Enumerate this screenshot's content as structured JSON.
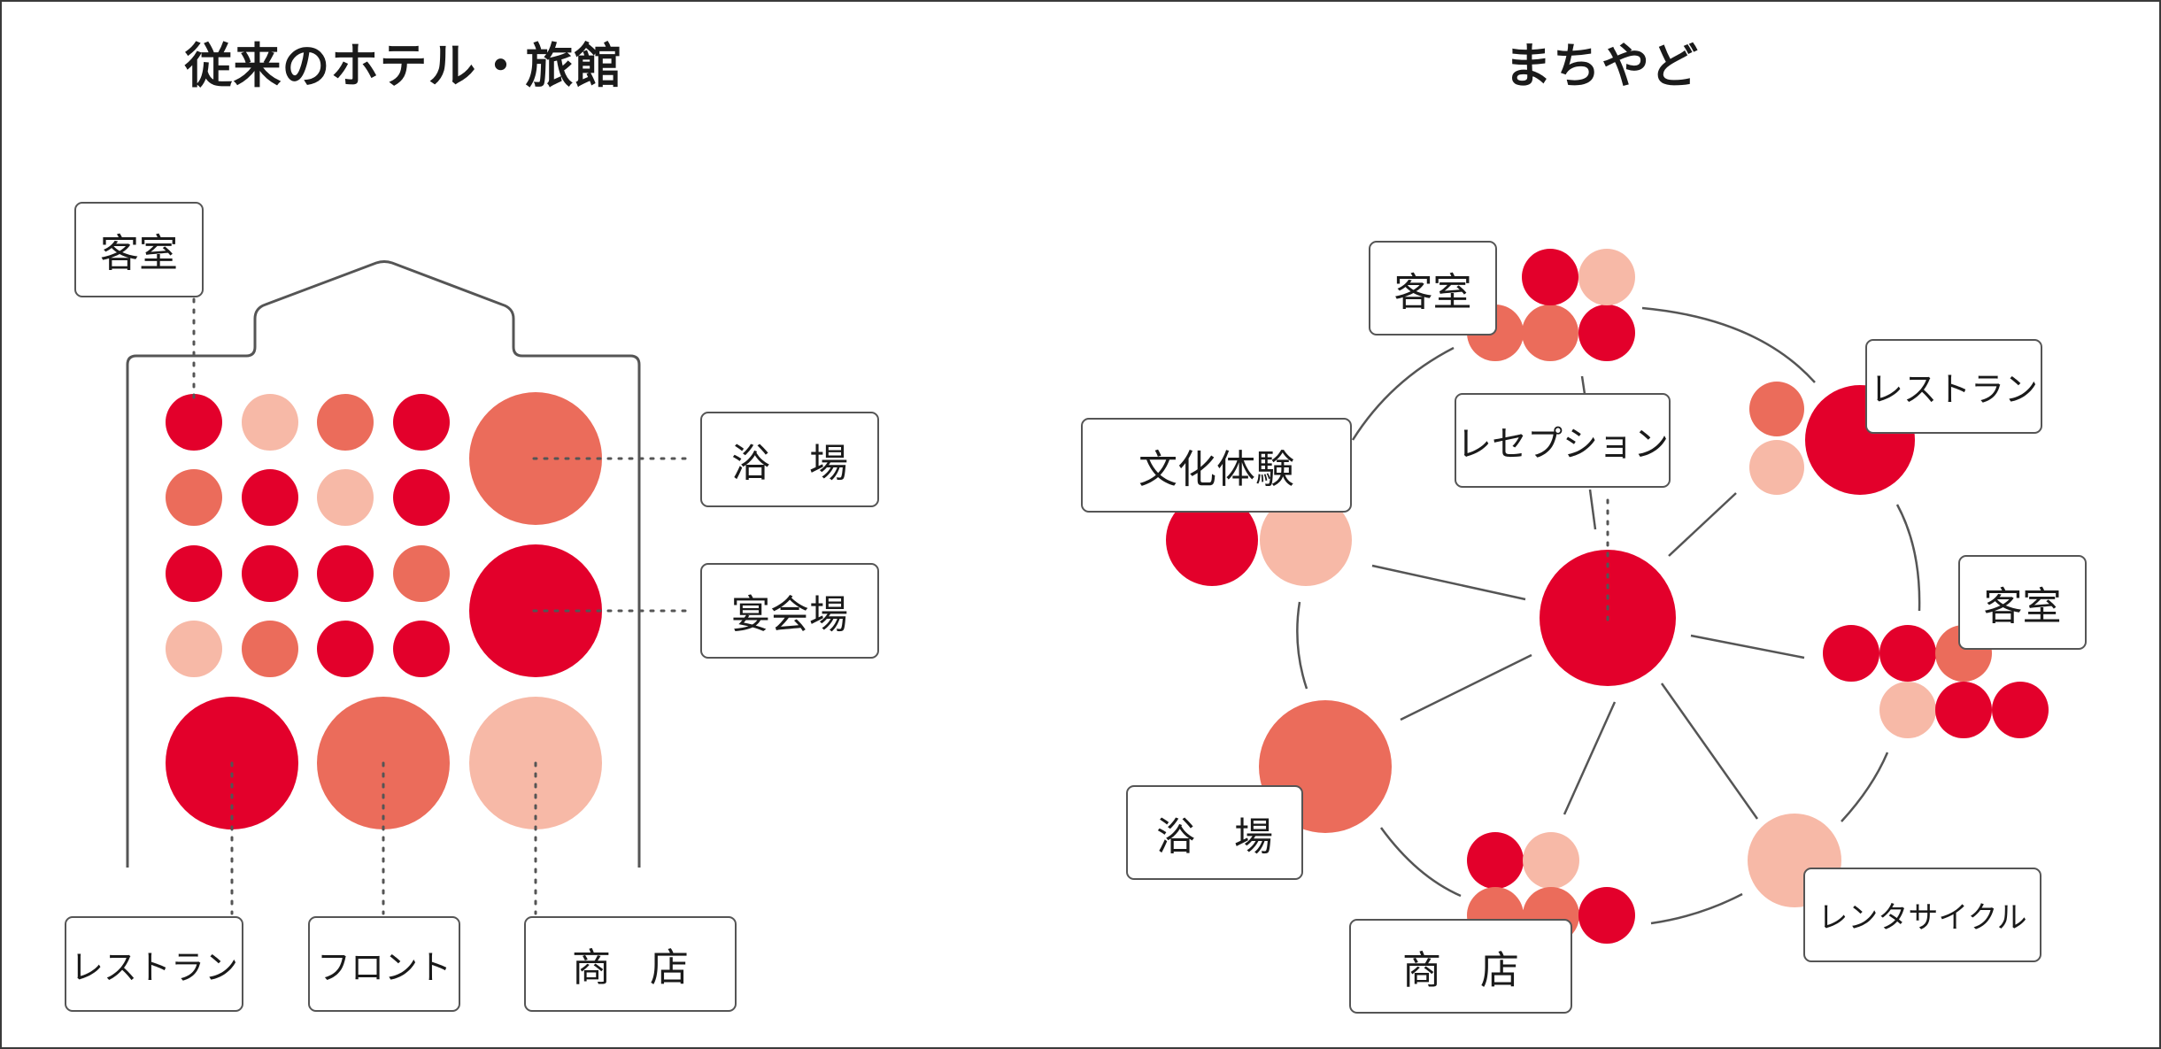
{
  "colors": {
    "red": "#e3002b",
    "coral": "#eb6c5b",
    "pink": "#f7b9a7",
    "line": "#555555",
    "text": "#1a1a1a"
  },
  "left": {
    "title": "従来のホテル・旅館",
    "labels": {
      "guest_rooms": "客室",
      "bath": "浴　場",
      "banquet": "宴会場",
      "restaurant": "レストラン",
      "front": "フロント",
      "shop": "商　店"
    }
  },
  "right": {
    "title": "まちやど",
    "labels": {
      "guest_rooms_top": "客室",
      "culture": "文化体験",
      "reception": "レセプション",
      "restaurant": "レストラン",
      "guest_rooms_right": "客室",
      "bath": "浴　場",
      "shop": "商　店",
      "rental_cycle": "レンタサイクル"
    }
  }
}
